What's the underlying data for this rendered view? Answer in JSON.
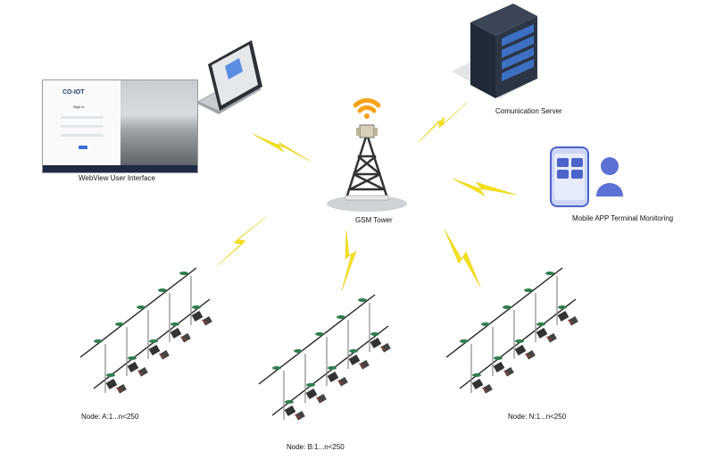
{
  "labels": {
    "webview": "WebView User Interface",
    "gsm": "GSM Tower",
    "server": "Comunication Server",
    "mobile": "Mobile APP Terminal Monitoring",
    "node_a": "Node: A:1...n<250",
    "node_b": "Node: B:1...n<250",
    "node_n": "Node: N:1...n<250"
  },
  "webview_screen": {
    "logo": "CO-IOT",
    "signin": "Sign In"
  },
  "colors": {
    "bolt": "#f5e11c",
    "wifi": "#f7a21b",
    "tower": "#333333",
    "server": "#1f2937",
    "server_panel": "#3d6fc2",
    "phone": "#4c63c9",
    "person": "#5b72d4",
    "cable": "#222222",
    "lamp_head": "#2f7d4e"
  },
  "icons": [
    "laptop-icon",
    "server-icon",
    "gsm-tower-icon",
    "wifi-icon",
    "phone-icon",
    "person-icon",
    "lightning-icon",
    "street-light-array-icon"
  ]
}
